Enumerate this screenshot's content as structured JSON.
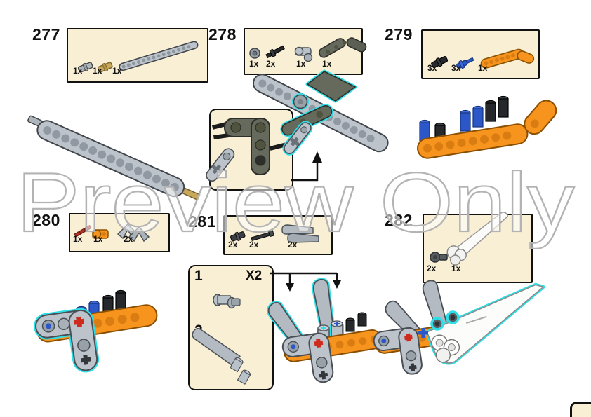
{
  "watermark": {
    "text": "Preview Only"
  },
  "colors": {
    "page_bg": "#ffffff",
    "callout_bg": "#f8efd5",
    "callout_border": "#111111",
    "highlight_cyan": "#2fdfe7",
    "lego_orange": "#f7941e",
    "lego_blue": "#2b57c8",
    "lego_light_gray": "#bcc3ca",
    "lego_dark_gray": "#666a5d",
    "lego_black": "#26282b",
    "lego_tan": "#c9a85c",
    "lego_red": "#cf2b1d",
    "lego_white": "#fcfcfb"
  },
  "steps": {
    "s277": {
      "number": "277",
      "parts": [
        {
          "name": "pin-long-gray",
          "count": "1x"
        },
        {
          "name": "axle-pin-tan",
          "count": "1x"
        },
        {
          "name": "beam-15-gray",
          "count": "1x"
        }
      ]
    },
    "s278": {
      "number": "278",
      "parts": [
        {
          "name": "bush-gray",
          "count": "1x"
        },
        {
          "name": "axle-pin-black",
          "count": "2x"
        },
        {
          "name": "pin-connector-gray",
          "count": "1x"
        },
        {
          "name": "bent-liftarm-dark-gray",
          "count": "1x"
        }
      ]
    },
    "s279": {
      "number": "279",
      "parts": [
        {
          "name": "pin-black",
          "count": "3x"
        },
        {
          "name": "axle-pin-blue",
          "count": "3x"
        },
        {
          "name": "bent-liftarm-orange",
          "count": "1x"
        }
      ]
    },
    "s280": {
      "number": "280",
      "parts": [
        {
          "name": "axle-red",
          "count": "1x"
        },
        {
          "name": "connector-orange",
          "count": "1x"
        },
        {
          "name": "triangle-liftarm-gray",
          "count": "2x"
        }
      ]
    },
    "s281": {
      "number": "281",
      "parts": [
        {
          "name": "pin-connector-black",
          "count": "2x"
        },
        {
          "name": "axle-black",
          "count": "2x"
        },
        {
          "name": "rotor-blade-gray",
          "count": "2x"
        }
      ]
    },
    "s282": {
      "number": "282",
      "parts": [
        {
          "name": "pin-with-pinhole-dark",
          "count": "2x"
        },
        {
          "name": "rotor-blade-white",
          "count": "1x"
        }
      ]
    }
  },
  "subassembly": {
    "step_one": "1",
    "step_two": "2",
    "multiplier": "X2"
  }
}
